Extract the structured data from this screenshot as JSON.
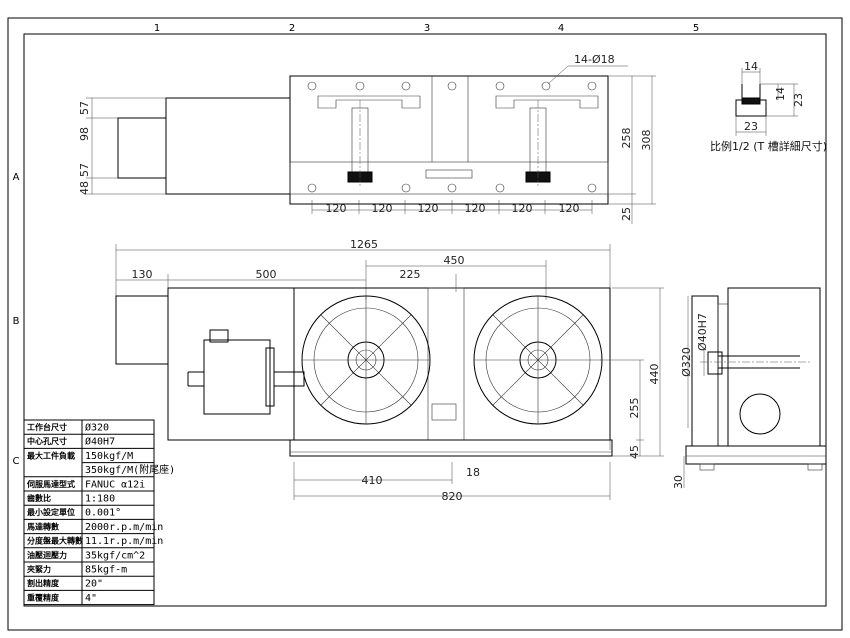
{
  "zones": {
    "cols": [
      "1",
      "2",
      "3",
      "4",
      "5"
    ],
    "rows": [
      "A",
      "B",
      "C"
    ]
  },
  "top_view": {
    "hole_callout": "14-Ø18",
    "spacing": [
      "120",
      "120",
      "120",
      "120",
      "120",
      "120"
    ],
    "left_dims": [
      "57",
      "98",
      "57",
      "48"
    ],
    "right_dims": [
      "258",
      "308",
      "25"
    ]
  },
  "slot_detail": {
    "top": "14",
    "right1": "14",
    "right2": "23",
    "bottom": "23",
    "caption": "比例1/2 (T 槽詳細尺寸)"
  },
  "front_view": {
    "overall": "1265",
    "d130": "130",
    "d500": "500",
    "d450": "450",
    "d225": "225",
    "d440": "440",
    "d255": "255",
    "d45": "45",
    "d410": "410",
    "d18": "18",
    "d820": "820",
    "dia320": "Ø320",
    "dia40": "Ø40H7",
    "d30": "30"
  },
  "spec_table": [
    {
      "label": "工作台尺寸",
      "value": "Ø320"
    },
    {
      "label": "中心孔尺寸",
      "value": "Ø40H7"
    },
    {
      "label": "最大工件負載",
      "value": "150kgf/M"
    },
    {
      "label": "",
      "value": "350kgf/M(附尾座)"
    },
    {
      "label": "伺服馬達型式",
      "value": "FANUC α12i"
    },
    {
      "label": "齒數比",
      "value": "1:180"
    },
    {
      "label": "最小設定單位",
      "value": "0.001°"
    },
    {
      "label": "馬達轉數",
      "value": "2000r.p.m/min"
    },
    {
      "label": "分度盤最大轉數",
      "value": "11.1r.p.m/min"
    },
    {
      "label": "油壓迴壓力",
      "value": "35kgf/cm^2"
    },
    {
      "label": "夾緊力",
      "value": "85kgf-m"
    },
    {
      "label": "割出精度",
      "value": "20\""
    },
    {
      "label": "重覆精度",
      "value": "4\""
    }
  ]
}
